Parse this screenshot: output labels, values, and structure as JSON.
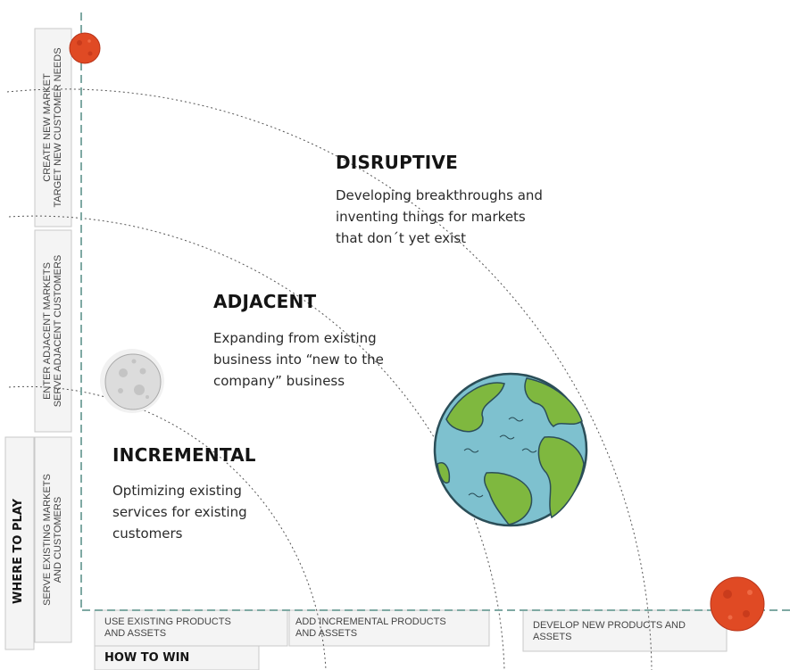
{
  "zones": {
    "disruptive": {
      "title": "DISRUPTIVE",
      "desc_lines": [
        "Developing breakthroughs and",
        "inventing things for markets",
        "that don´t yet exist"
      ]
    },
    "adjacent": {
      "title": "ADJACENT",
      "desc_lines": [
        "Expanding from existing",
        "business into “new to the",
        "company” business"
      ]
    },
    "incremental": {
      "title": "INCREMENTAL",
      "desc_lines": [
        "Optimizing existing",
        "services for existing",
        "customers"
      ]
    }
  },
  "where_to_play": {
    "title": "WHERE TO PLAY",
    "labels": [
      {
        "line1": "CREATE NEW MARKET",
        "line2": "TARGET NEW CUSTOMER NEEDS"
      },
      {
        "line1": "ENTER ADJACENT MARKETS",
        "line2": "SERVE ADJACENT CUSTOMERS"
      },
      {
        "line1": "SERVE EXISTING MARKETS",
        "line2": "AND CUSTOMERS"
      }
    ]
  },
  "how_to_win": {
    "title": "HOW TO WIN",
    "labels": [
      {
        "line1": "USE EXISTING PRODUCTS",
        "line2": "AND ASSETS"
      },
      {
        "line1": "ADD INCREMENTAL PRODUCTS",
        "line2": "AND ASSETS"
      },
      {
        "line1": "DEVELOP NEW PRODUCTS AND",
        "line2": "ASSETS"
      }
    ]
  },
  "colors": {
    "axis": "#7fa9a3",
    "planet": "#e04a24",
    "ocean": "#7ec1cf",
    "land": "#7fb83f",
    "moon": "#e6e6e6",
    "label_box": "#f4f4f4"
  }
}
